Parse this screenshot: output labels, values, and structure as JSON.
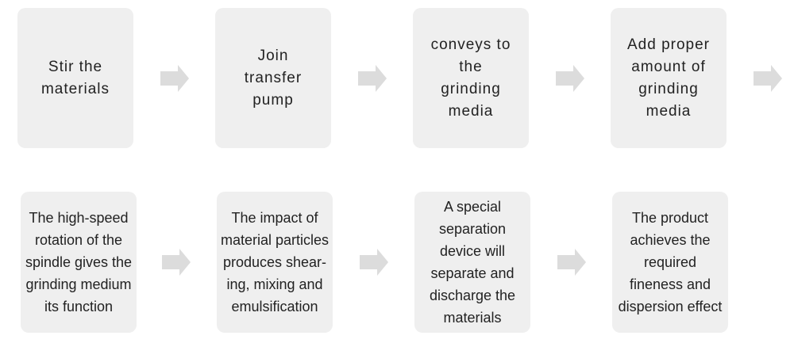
{
  "colors": {
    "box": "#efefef",
    "arrow": "#dcdcdc",
    "text": "#222222"
  },
  "steps_row1": [
    {
      "text": "Stir the materials"
    },
    {
      "text": "Join transfer pump"
    },
    {
      "text": "conveys to the grinding media"
    },
    {
      "text": "Add proper amount of grinding media"
    }
  ],
  "steps_row2": [
    {
      "text": "The high-speed rotation of the spindle gives the grinding medium its function"
    },
    {
      "text": "The impact of material particles produces shear-ing, mixing and emulsification"
    },
    {
      "text": "A special separation device will separate and discharge the materials"
    },
    {
      "text": "The product achieves the required fineness and dispersion effect"
    }
  ]
}
